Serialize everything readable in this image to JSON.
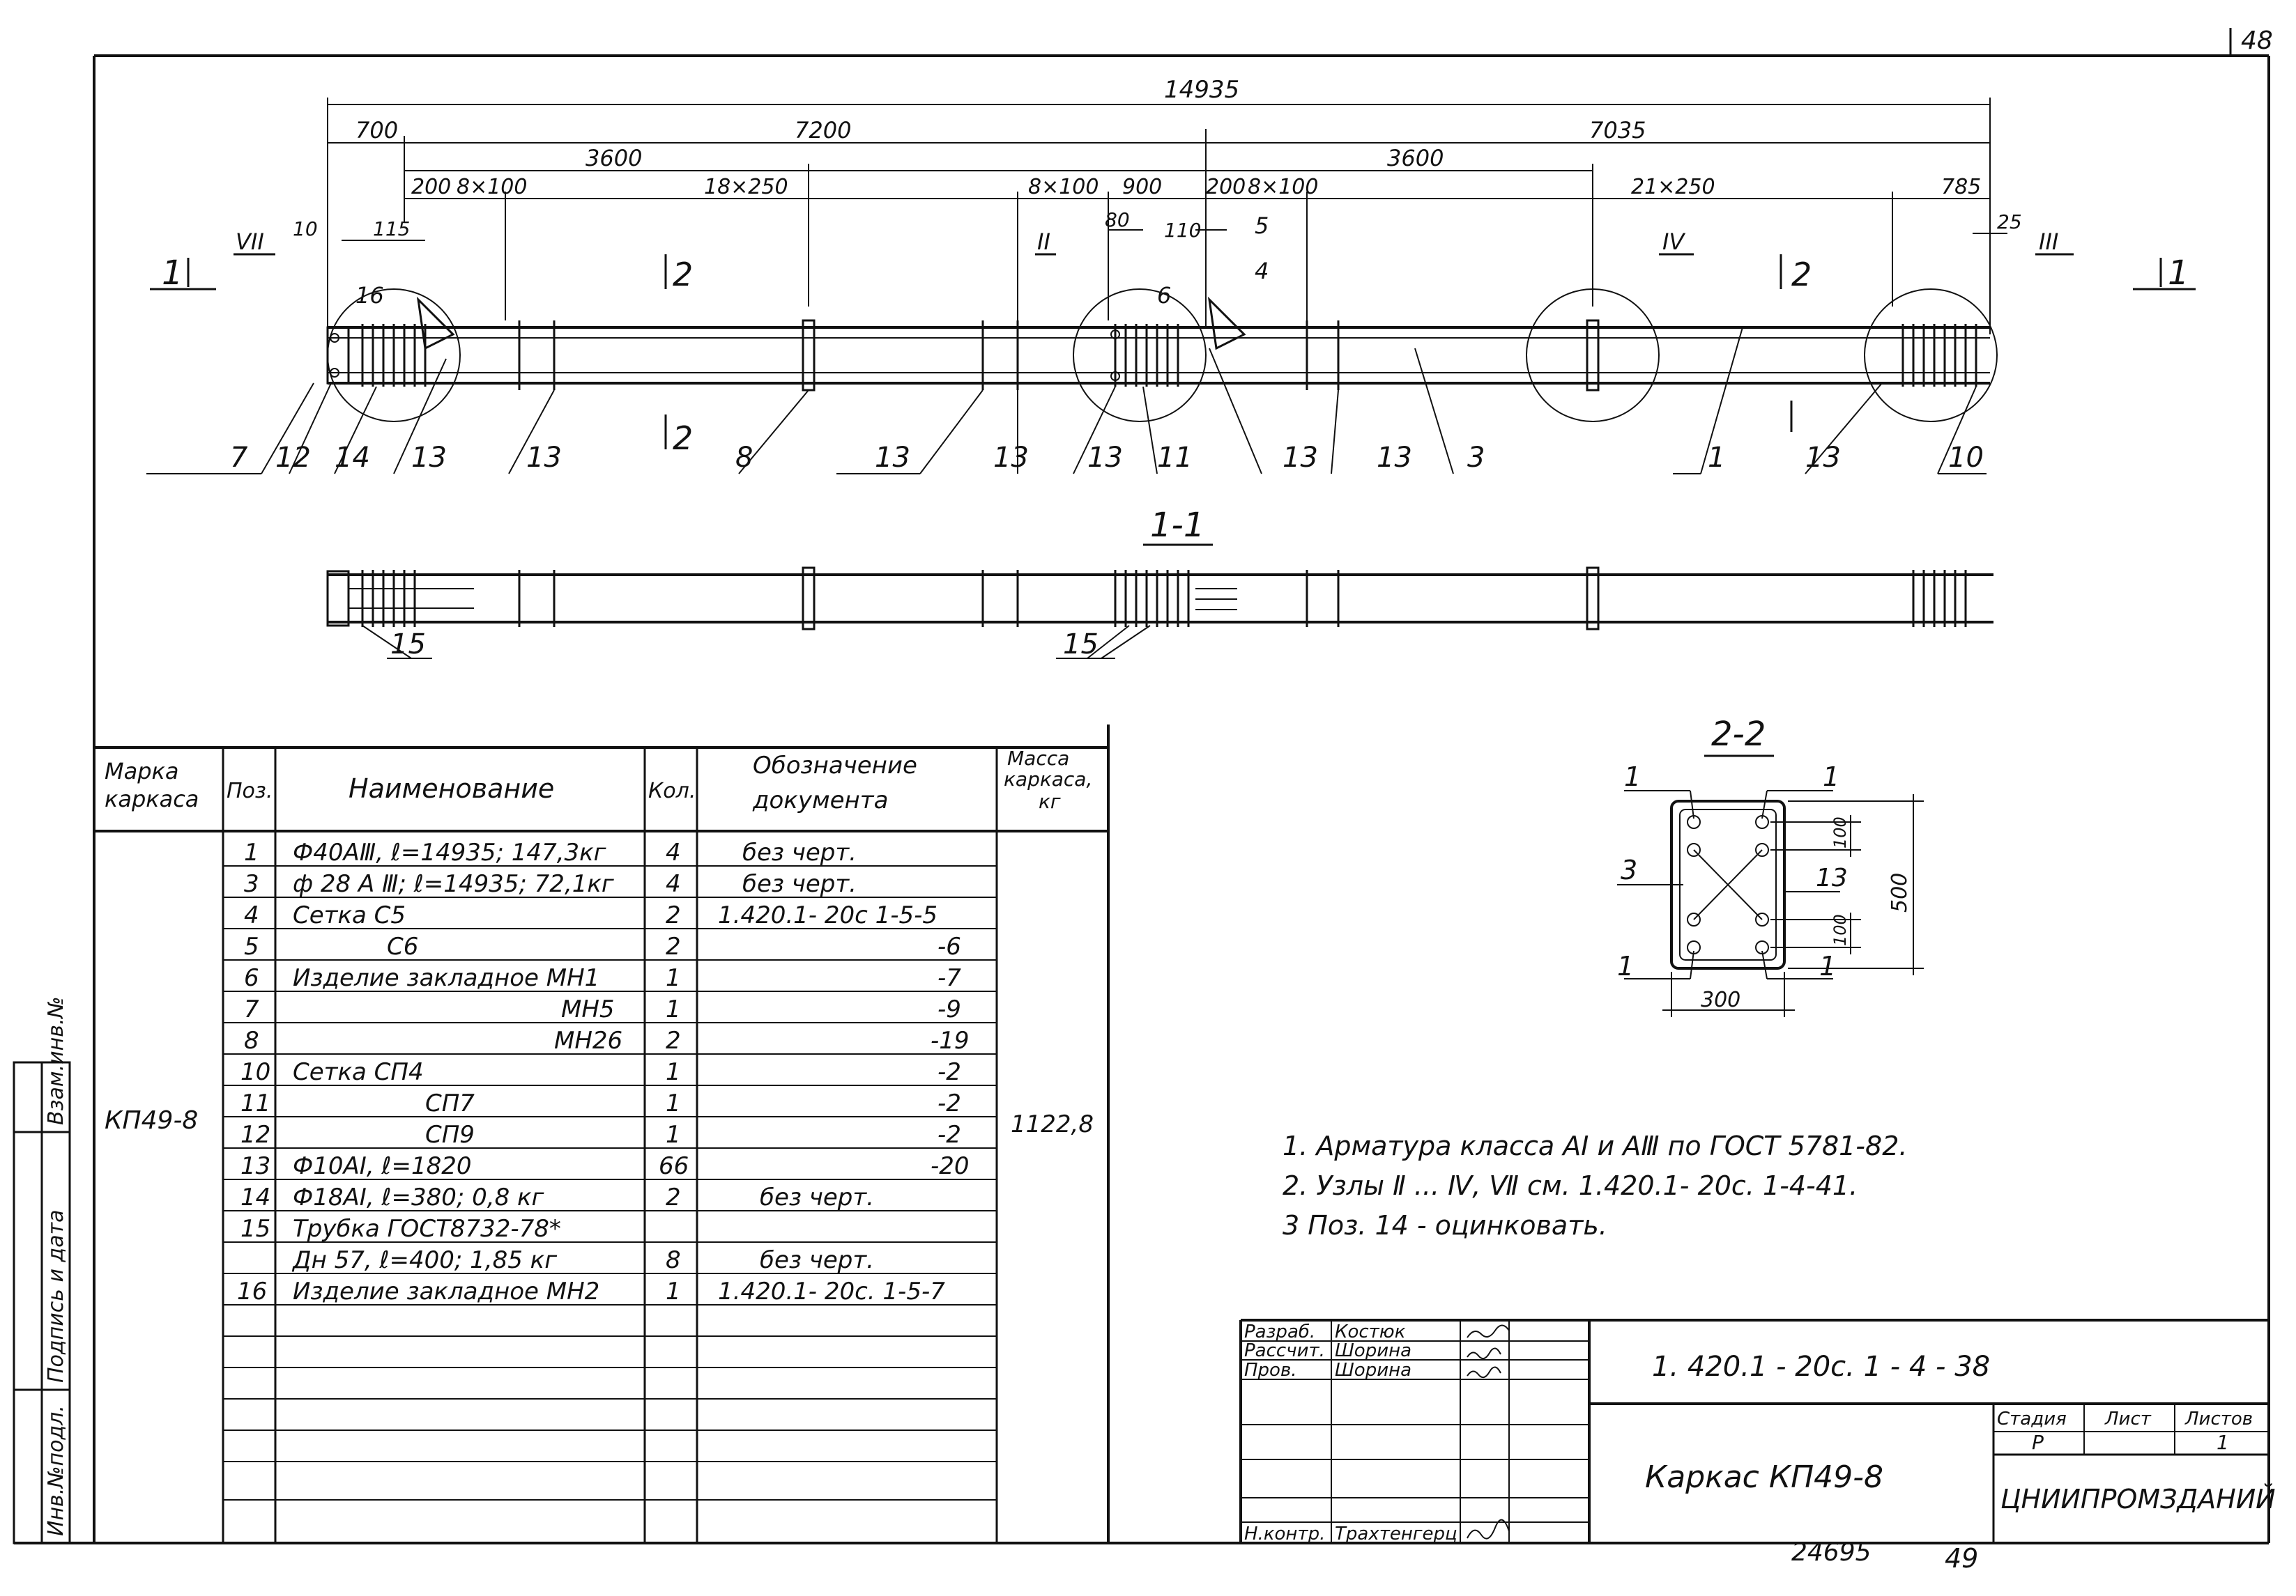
{
  "corner_sheet": "48",
  "bottom_code": "24695",
  "bottom_page": "49",
  "dims": {
    "total": "14935",
    "d700": "700",
    "d7200": "7200",
    "d7035": "7035",
    "d3600a": "3600",
    "d3600b": "3600",
    "d200a": "200",
    "d8x100a": "8×100",
    "d18x250": "18×250",
    "d8x100b": "8×100",
    "d900": "900",
    "d200b": "200",
    "d8x100c": "8×100",
    "d21x250": "21×250",
    "d785": "785",
    "d10": "10",
    "d115": "115",
    "d80": "80",
    "d110": "110",
    "d25": "25"
  },
  "marks": {
    "cut1_left": "1",
    "cut1_right": "1",
    "cut2_a": "2",
    "cut2_b": "2",
    "cut2_c": "2",
    "roman_vii": "VII",
    "roman_ii": "II",
    "roman_iv": "IV",
    "roman_iii": "III",
    "p16": "16",
    "p6": "6",
    "p5": "5",
    "p4": "4"
  },
  "callouts": [
    "7",
    "12",
    "14",
    "13",
    "13",
    "8",
    "13",
    "13",
    "13",
    "11",
    "13",
    "13",
    "3",
    "1",
    "13",
    "10"
  ],
  "section_1_1": {
    "title": "1-1",
    "callout_15a": "15",
    "callout_15b": "15"
  },
  "section_2_2": {
    "title": "2-2",
    "w": "300",
    "h": "500",
    "d100a": "100",
    "d100b": "100",
    "c1_tl": "1",
    "c1_tr": "1",
    "c3": "3",
    "c13": "13",
    "c1_bl": "1",
    "c1_br": "1"
  },
  "spec_table": {
    "headers": [
      "Марка каркаса",
      "Поз.",
      "Наименование",
      "Кол.",
      "Обозначение документа",
      "Масса каркаса, кг"
    ],
    "mark": "КП49-8",
    "mass": "1122,8",
    "rows": [
      {
        "pos": "1",
        "name": "Ф40АⅢ, ℓ=14935; 147,3кг",
        "qty": "4",
        "doc": "без черт."
      },
      {
        "pos": "3",
        "name": "ф 28 А Ⅲ; ℓ=14935; 72,1кг",
        "qty": "4",
        "doc": "без черт."
      },
      {
        "pos": "4",
        "name": "Сетка  С5",
        "qty": "2",
        "doc": "1.420.1- 20с 1-5-5"
      },
      {
        "pos": "5",
        "name": "С6",
        "qty": "2",
        "doc": "-6"
      },
      {
        "pos": "6",
        "name": "Изделие закладное МН1",
        "qty": "1",
        "doc": "-7"
      },
      {
        "pos": "7",
        "name": "МН5",
        "qty": "1",
        "doc": "-9"
      },
      {
        "pos": "8",
        "name": "МН26",
        "qty": "2",
        "doc": "-19"
      },
      {
        "pos": "10",
        "name": "Сетка  СП4",
        "qty": "1",
        "doc": "-2"
      },
      {
        "pos": "11",
        "name": "СП7",
        "qty": "1",
        "doc": "-2"
      },
      {
        "pos": "12",
        "name": "СП9",
        "qty": "1",
        "doc": "-2"
      },
      {
        "pos": "13",
        "name": "Ф10АⅠ, ℓ=1820",
        "qty": "66",
        "doc": "-20"
      },
      {
        "pos": "14",
        "name": "Ф18АⅠ, ℓ=380; 0,8 кг",
        "qty": "2",
        "doc": "без черт."
      },
      {
        "pos": "15",
        "name": "Трубка ГОСТ8732-78*",
        "qty": "",
        "doc": ""
      },
      {
        "pos": "",
        "name": "Дн 57, ℓ=400; 1,85 кг",
        "qty": "8",
        "doc": "без черт."
      },
      {
        "pos": "16",
        "name": "Изделие закладное МН2",
        "qty": "1",
        "doc": "1.420.1- 20с. 1-5-7"
      },
      {
        "pos": "",
        "name": "",
        "qty": "",
        "doc": ""
      }
    ]
  },
  "side_stamp": [
    "Инв.№подл.",
    "Подпись и дата",
    "Взам.инв.№"
  ],
  "notes": [
    "1. Арматура  класса  АⅠ и АⅢ по  ГОСТ 5781-82.",
    "2. Узлы Ⅱ ... Ⅳ, Ⅶ см.  1.420.1- 20с. 1-4-41.",
    "3  Поз. 14 - оцинковать."
  ],
  "title_block": {
    "roles": [
      "Разраб.",
      "Рассчит.",
      "Пров.",
      "",
      "",
      "",
      "Н.контр."
    ],
    "names": [
      "Костюк",
      "Шорина",
      "Шорина",
      "",
      "",
      "",
      "Трахтенгерц"
    ],
    "code": "1. 420.1 - 20с. 1 - 4 - 38",
    "name": "Каркас  КП49-8",
    "stage_label": "Стадия",
    "sheet_label": "Лист",
    "sheets_label": "Листов",
    "stage": "Р",
    "sheet": "",
    "sheets": "1",
    "org": "ЦНИИПРОМЗДАНИЙ"
  }
}
